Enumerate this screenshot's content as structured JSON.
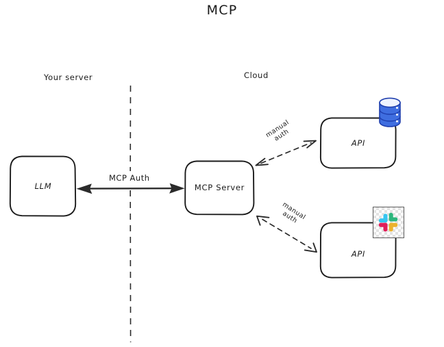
{
  "diagram": {
    "title": "MCP",
    "type": "architecture-diagram",
    "background_color": "#ffffff",
    "stroke_color": "#1a1a1a",
    "zones": [
      {
        "id": "your-server",
        "label": "Your server"
      },
      {
        "id": "cloud",
        "label": "Cloud"
      }
    ],
    "divider": {
      "name": "zone-divider",
      "style": "dashed-vertical"
    },
    "nodes": [
      {
        "id": "llm",
        "label": "LLM",
        "zone": "your-server",
        "shape": "rounded-rect"
      },
      {
        "id": "mcp-server",
        "label": "MCP Server",
        "zone": "cloud",
        "shape": "rounded-rect"
      },
      {
        "id": "api-top",
        "label": "API",
        "zone": "cloud",
        "shape": "rounded-rect",
        "icon": "database-icon"
      },
      {
        "id": "api-bottom",
        "label": "API",
        "zone": "cloud",
        "shape": "rounded-rect",
        "icon": "slack-icon"
      }
    ],
    "connections": [
      {
        "id": "llm-mcp",
        "label": "MCP Auth",
        "style": "solid",
        "arrows": "double"
      },
      {
        "id": "mcp-api-top",
        "label": "manual auth",
        "style": "dashed",
        "arrows": "double"
      },
      {
        "id": "mcp-api-bottom",
        "label": "manual auth",
        "style": "dashed",
        "arrows": "double"
      }
    ],
    "icons": {
      "database": {
        "name": "database-icon",
        "fill": "#3f6ee0",
        "top_fill": "#5b87f0",
        "stroke": "#1f3fae"
      },
      "slack": {
        "name": "slack-icon",
        "colors": [
          "#36c5f0",
          "#2eb67d",
          "#e01e5a",
          "#ecb22e"
        ],
        "frame_stroke": "#5b5b5b"
      }
    }
  }
}
